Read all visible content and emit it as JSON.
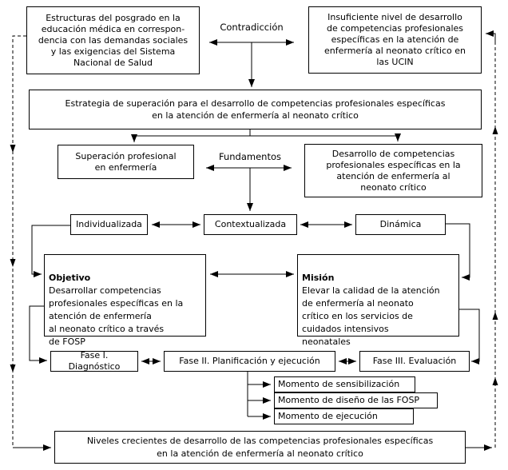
{
  "colors": {
    "background": "#ffffff",
    "line": "#000000",
    "text": "#000000"
  },
  "edge_labels": {
    "contradiccion": "Contradicción",
    "fundamentos": "Fundamentos"
  },
  "nodes": {
    "estructuras": {
      "text": "Estructuras del posgrado en la\neducación médica en correspon-\ndencia con las demandas sociales\ny las exigencias del Sistema\nNacional de Salud"
    },
    "insuficiente": {
      "text": "Insuficiente nivel de desarrollo\nde competencias profesionales\nespecíficas en la atención de\nenfermería al neonato crítico en\nlas UCIN"
    },
    "estrategia": {
      "text": "Estrategia de superación para el desarrollo de competencias profesionales específicas\nen la atención de enfermería al neonato crítico"
    },
    "superacion": {
      "text": "Superación profesional\nen enfermería"
    },
    "desarrollo": {
      "text": "Desarrollo de competencias\nprofesionales específicas en la\natención de enfermería al\nneonato crítico"
    },
    "individualizada": {
      "text": "Individualizada"
    },
    "contextualizada": {
      "text": "Contextualizada"
    },
    "dinamica": {
      "text": "Dinámica"
    },
    "objetivo": {
      "title": "Objetivo",
      "body": "Desarrollar competencias\nprofesionales específicas en la\natención de enfermería\nal neonato crítico a través\nde FOSP"
    },
    "mision": {
      "title": "Misión",
      "body": "Elevar la calidad de la atención\nde enfermería al neonato\ncrítico en los servicios de\ncuidados intensivos\nneonatales"
    },
    "fase1": {
      "text": "Fase I. Diagnóstico"
    },
    "fase2": {
      "text": "Fase II. Planificación y ejecución"
    },
    "fase3": {
      "text": "Fase III. Evaluación"
    },
    "momento1": {
      "text": "Momento de sensibilización"
    },
    "momento2": {
      "text": "Momento de diseño de las FOSP"
    },
    "momento3": {
      "text": "Momento de ejecución"
    },
    "niveles": {
      "text": "Niveles crecientes de desarrollo de las competencias profesionales específicas\nen la atención de enfermería al neonato crítico"
    }
  }
}
